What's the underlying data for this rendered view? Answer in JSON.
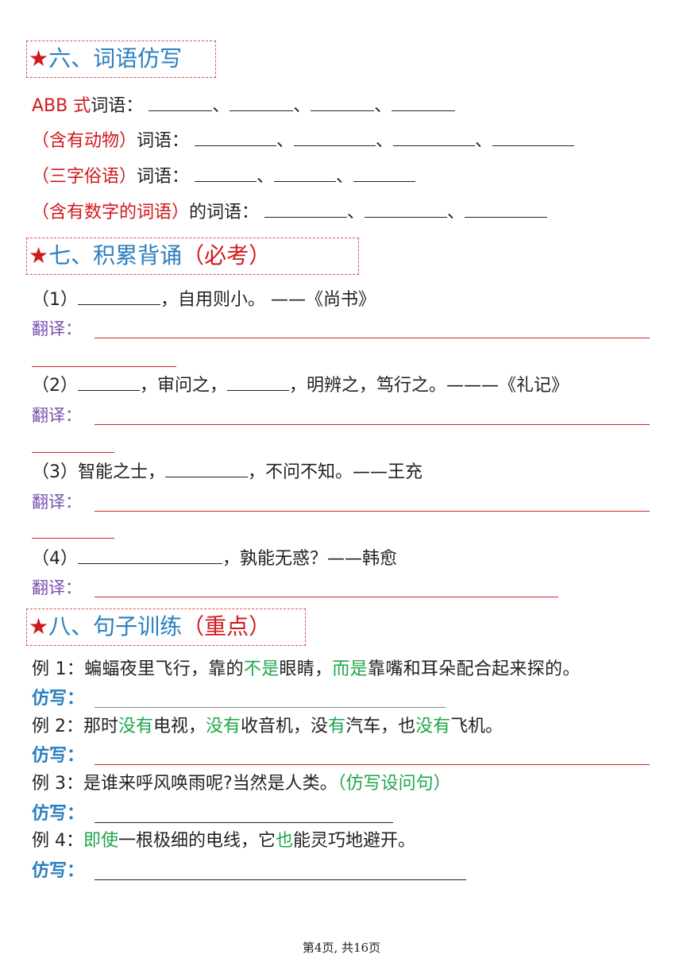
{
  "section6": {
    "star": "★",
    "title": "六、词语仿写",
    "rows": [
      {
        "label_red": "ABB 式",
        "label_tail": "词语："
      },
      {
        "label_red": "（含有动物）",
        "label_tail": "词语："
      },
      {
        "label_red": "（三字俗语）",
        "label_tail": "词语："
      },
      {
        "label_red": "（含有数字的词语）",
        "label_tail": "的词语："
      }
    ],
    "sep": "、"
  },
  "section7": {
    "star": "★",
    "title_blue": "七、积累背诵",
    "title_red": "（必考）",
    "items": [
      {
        "num": "（1）",
        "text": "，自用则小。 ——《尚书》"
      },
      {
        "num": "（2）",
        "mid": "，审问之，",
        "tail": "，明辨之，笃行之。———《礼记》"
      },
      {
        "num": "（3）",
        "pre": "智能之士，",
        "tail": "，不问不知。——王充"
      },
      {
        "num": "（4）",
        "tail": "，孰能无惑？——韩愈"
      }
    ],
    "translate_label": "翻译："
  },
  "section8": {
    "star": "★",
    "title_blue": "八、句子训练",
    "title_red": "（重点）",
    "fangxie_label": "仿写：",
    "examples": {
      "e1": {
        "a": "例 1：蝙蝠夜里飞行，靠的",
        "g1": "不是",
        "b": "眼睛，",
        "g2": "而是",
        "c": "靠嘴和耳朵配合起来探的。"
      },
      "e2": {
        "a": "例 2：那时",
        "g1": "没有",
        "b": "电视，",
        "g2": "没有",
        "c": "收音机，没",
        "g3": "有",
        "d": "汽车，也",
        "g4": "没有",
        "e": "飞机。"
      },
      "e3": {
        "a": "例 3：是谁来呼风唤雨呢?当然是人类。",
        "g1": "（仿写设问句）"
      },
      "e4": {
        "a": "例 4：",
        "g1": "即使",
        "b": "一根极细的电线，它",
        "g2": "也",
        "c": "能灵巧地避开。"
      }
    }
  },
  "footer": "第4页, 共16页",
  "colors": {
    "heading_blue": "#2a7fc0",
    "accent_red": "#d0191d",
    "translate_purple": "#7a4fb0",
    "keyword_green": "#1fa64a"
  }
}
